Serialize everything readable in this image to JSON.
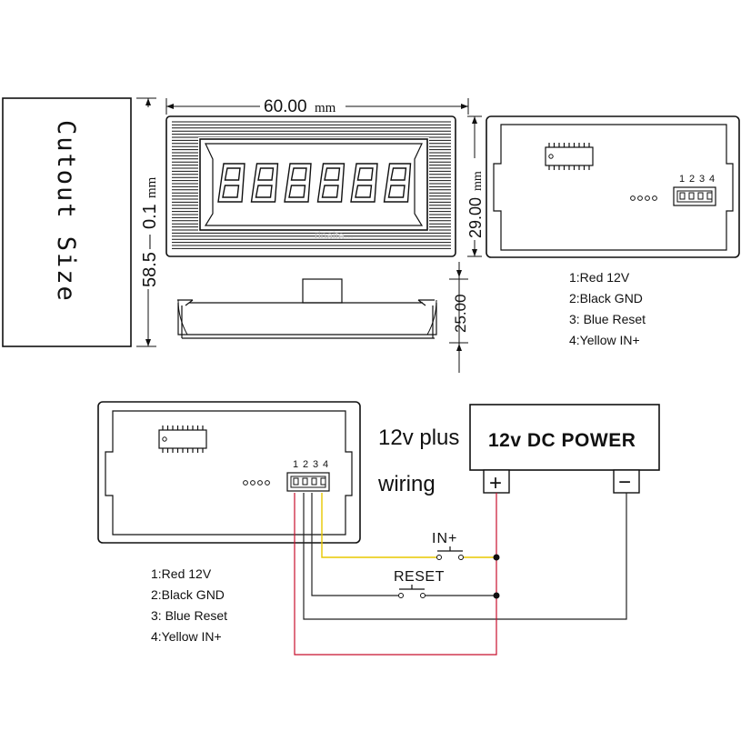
{
  "dimensions": {
    "width": "60.00",
    "width_unit": "mm",
    "height": "29.00",
    "height_unit": "mm",
    "depth": "25.00",
    "cutout_label": "Cutout Size",
    "cutout_dim": "58.5",
    "cutout_tol": "0.1",
    "cutout_unit": "mm"
  },
  "display": {
    "digits": [
      "8",
      "8",
      "8",
      "8",
      "8",
      "8"
    ],
    "watermark": "rinaite..."
  },
  "pin_numbers": [
    "1",
    "2",
    "3",
    "4"
  ],
  "pin_legend": [
    "1:Red 12V",
    "2:Black GND",
    "3: Blue  Reset",
    "4:Yellow IN+"
  ],
  "wiring": {
    "title_line1": "12v plus",
    "title_line2": "wiring",
    "power_label": "12v DC POWER",
    "plus_symbol": "+",
    "minus_symbol": "−",
    "in_label": "IN+",
    "reset_label": "RESET"
  },
  "colors": {
    "red_wire": "#c8102e",
    "yellow_wire": "#e8c800",
    "black_wire": "#222222",
    "line": "#111111"
  }
}
